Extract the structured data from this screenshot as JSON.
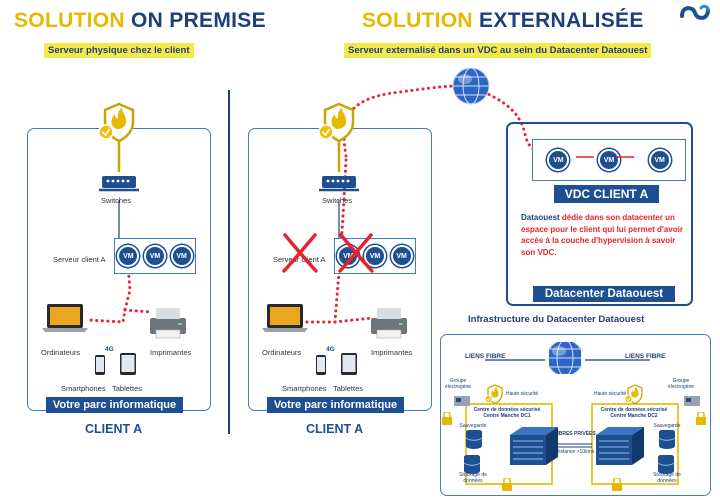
{
  "header": {
    "left_title_1": "SOLUTION",
    "left_title_2": "ON PREMISE",
    "right_title_1": "SOLUTION",
    "right_title_2": "EXTERNALISÉE",
    "left_subtitle": "Serveur physique chez le client",
    "right_subtitle": "Serveur externalisé dans un VDC au sein du Datacenter Dataouest"
  },
  "left_panel": {
    "switches": "Switches",
    "server": "Serveur client A",
    "vm": [
      "VM",
      "VM",
      "VM"
    ],
    "computers": "Ordinateurs",
    "printers": "Imprimantes",
    "smartphones": "Smartphones",
    "tablets": "Tablettes",
    "badge_4g": "4G",
    "bar": "Votre parc informatique",
    "client": "CLIENT A"
  },
  "middle_panel": {
    "switches": "Switches",
    "server": "Serveur client A",
    "vm": [
      "VM",
      "VM",
      "VM"
    ],
    "computers": "Ordinateurs",
    "printers": "Imprimantes",
    "smartphones": "Smartphones",
    "tablets": "Tablettes",
    "badge_4g": "4G",
    "bar": "Votre parc informatique",
    "client": "CLIENT A"
  },
  "datacenter": {
    "vm": [
      "VM",
      "VM",
      "VM"
    ],
    "vdc_bar": "VDC CLIENT A",
    "description_name": "Dataouest",
    "description_rest": "dédie dans son datacenter un espace pour le client qui lui permet d'avoir accès à la couche d'hypervision à savoir son VDC.",
    "bottom_bar": "Datacenter Dataouest"
  },
  "infrastructure": {
    "title": "Infrastructure du Datacenter Dataouest",
    "fibre_left": "LIENS FIBRE",
    "fibre_right": "LIENS FIBRE",
    "groupe_left": "Groupe électrogène",
    "groupe_right": "Groupe électrogène",
    "securite_left": "Haute sécurité",
    "securite_right": "Haute sécurité",
    "dc1": "Centre de données sécurisé Centre Manche DC1",
    "dc2": "Centre de données sécurisé Centre Manche DC2",
    "sauvegarde_left": "Sauvegarde",
    "sauvegarde_right": "Sauvegarde",
    "fibres_privees": "FIBRES PRIVÉES",
    "distance": "Distance >10kms",
    "stockage_left": "Stockage de données",
    "stockage_right": "Stockage de données"
  },
  "colors": {
    "navy": "#1d3f7a",
    "blue": "#1d4f91",
    "yellow": "#e6b800",
    "red": "#e6232a",
    "highlight": "#f5e94a"
  }
}
